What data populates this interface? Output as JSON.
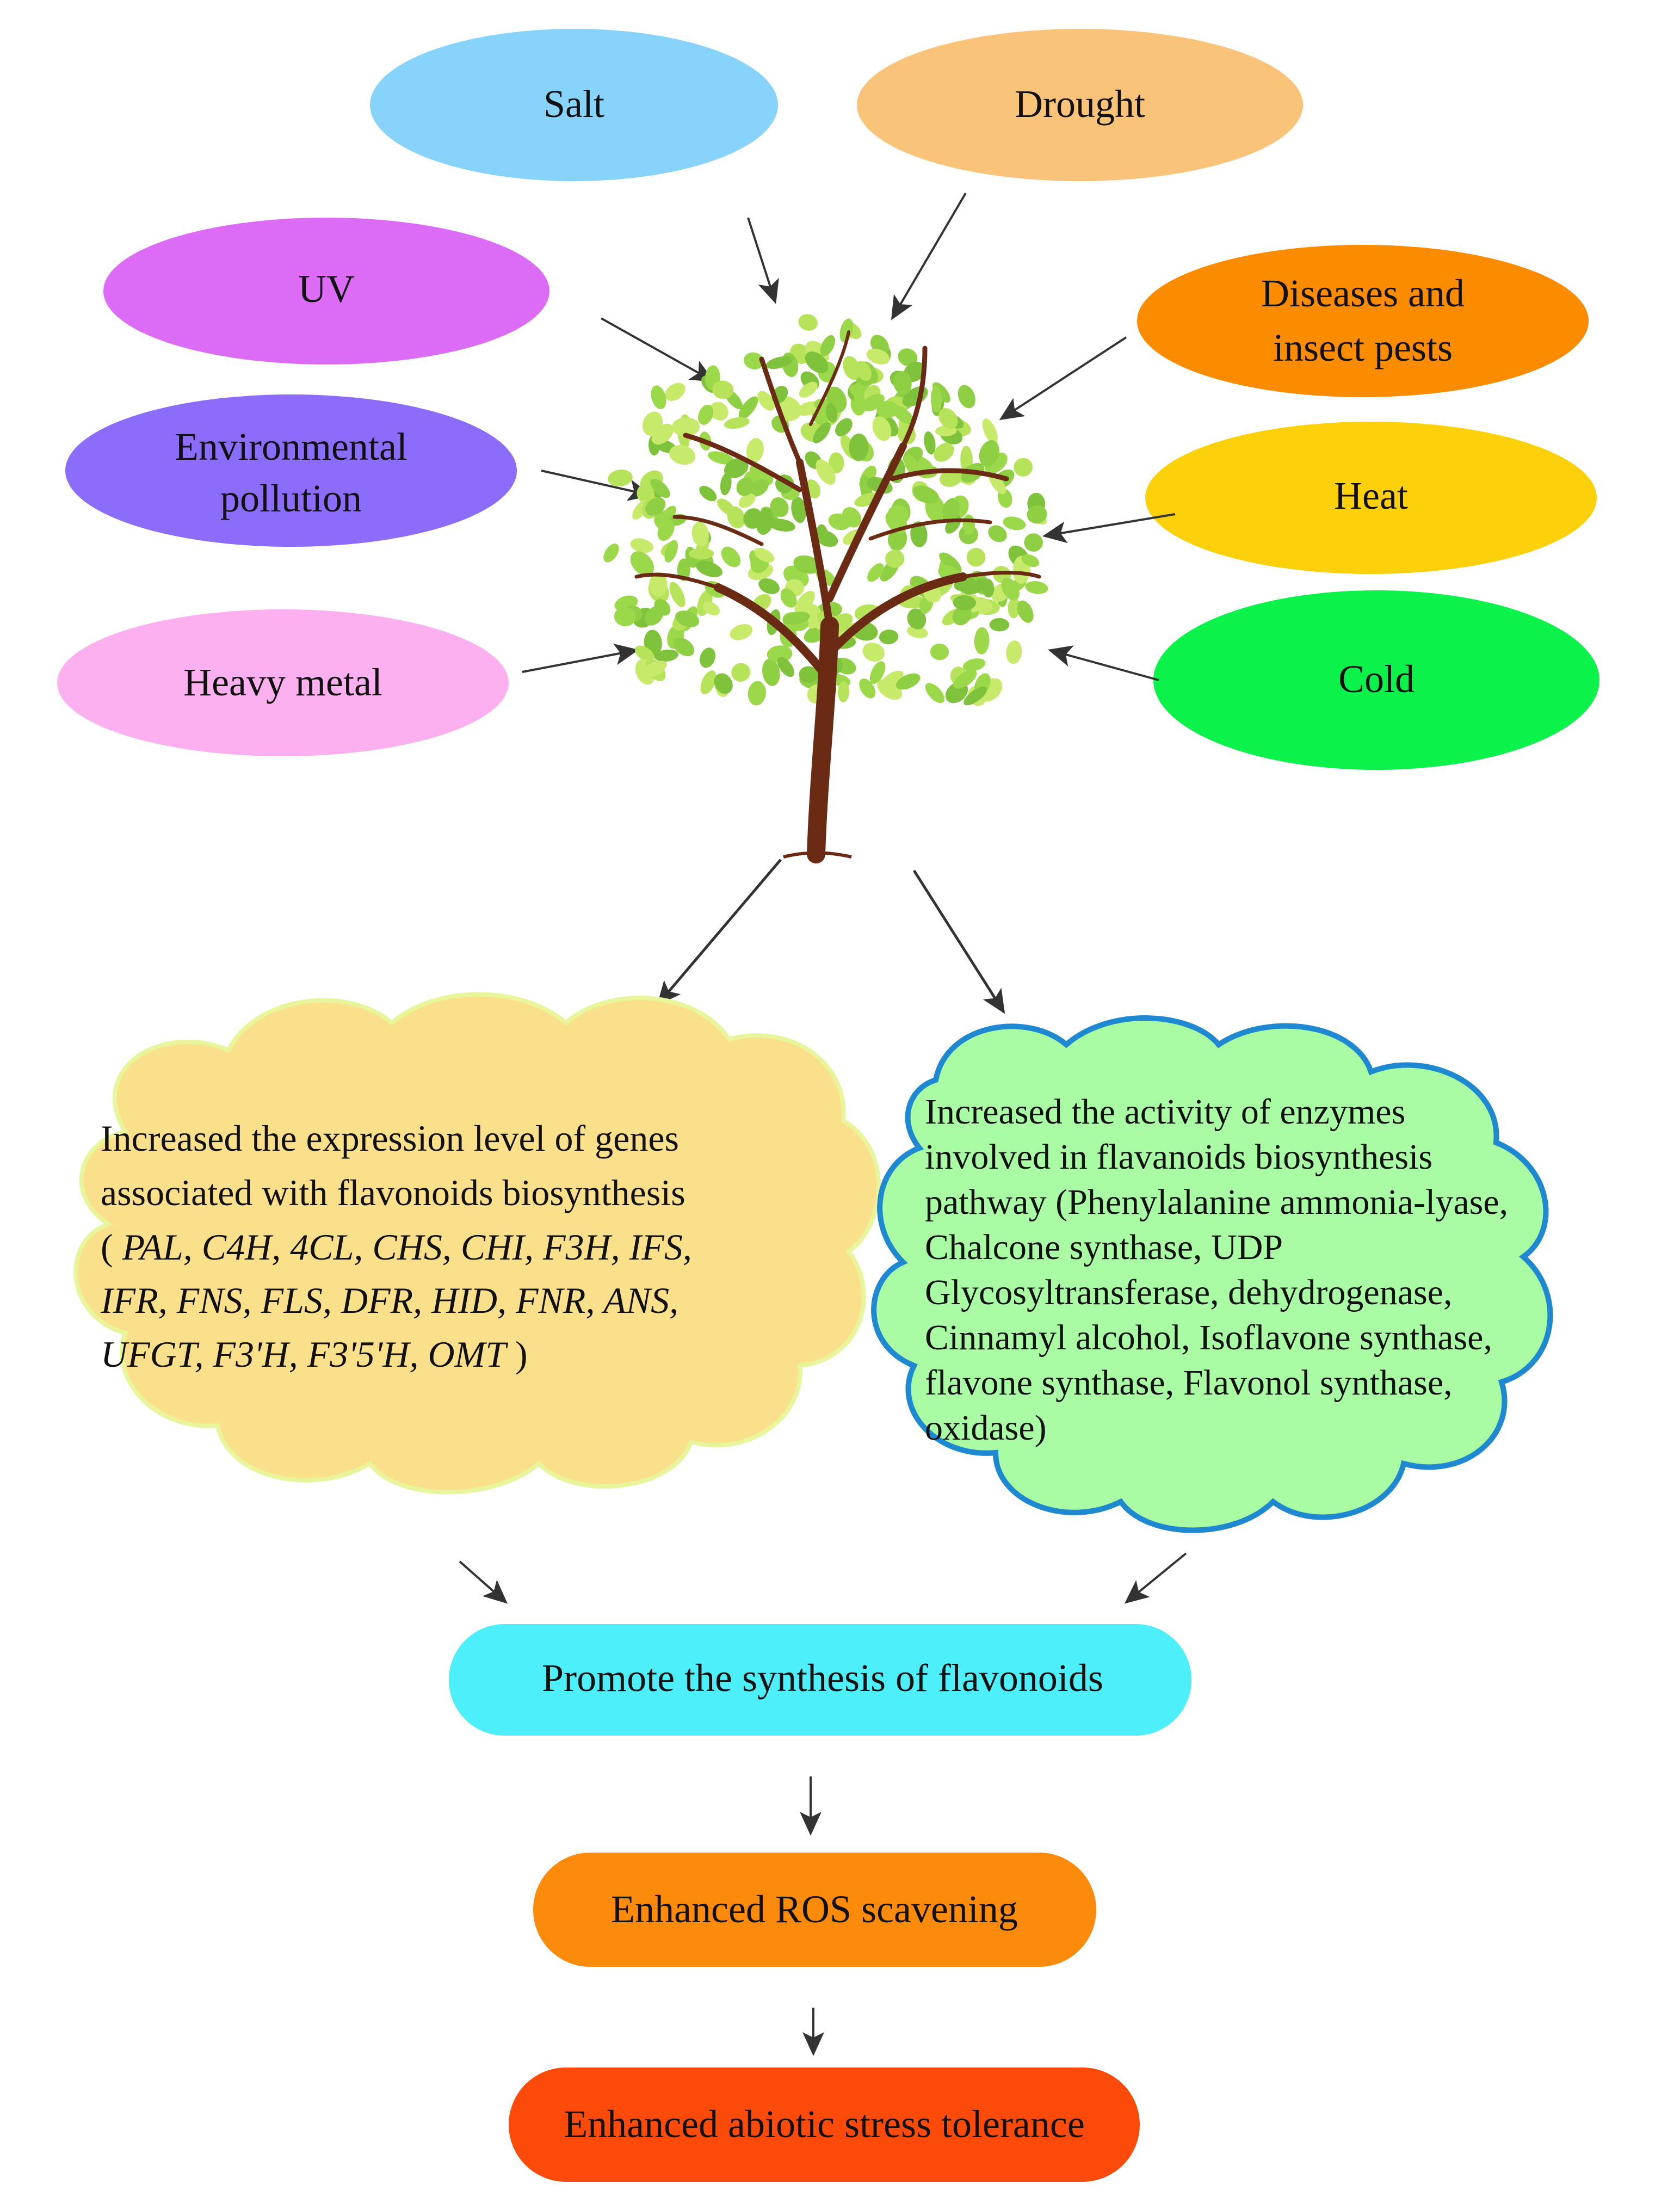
{
  "stressors": {
    "salt": "Salt",
    "drought": "Drought",
    "uv": "UV",
    "diseases_line1": "Diseases and",
    "diseases_line2": "insect pests",
    "env_line1": "Environmental",
    "env_line2": "pollution",
    "heat": "Heat",
    "heavy_metal": "Heavy metal",
    "cold": "Cold"
  },
  "genes_cloud": {
    "line1": "Increased the expression level of genes",
    "line2": "associated with flavonoids biosynthesis",
    "open_paren": "(",
    "line3": "PAL, C4H, 4CL, CHS, CHI, F3H, IFS,",
    "line4": "IFR, FNS, FLS, DFR, HID, FNR, ANS,",
    "line5": "UFGT, F3'H, F3'5'H, OMT",
    "close_paren": ")"
  },
  "enzymes_cloud": {
    "line1": "Increased the activity of enzymes",
    "line2": "involved in flavanoids biosynthesis",
    "line3": "pathway (Phenylalanine ammonia-lyase,",
    "line4": "Chalcone synthase, UDP",
    "line5": "Glycosyltransferase, dehydrogenase,",
    "line6": "Cinnamyl alcohol, Isoflavone synthase,",
    "line7": "flavone synthase, Flavonol synthase,",
    "line8": "oxidase)"
  },
  "outcomes": {
    "promote": "Promote the synthesis of flavonoids",
    "ros": "Enhanced ROS scavening",
    "tolerance": "Enhanced abiotic stress tolerance"
  },
  "colors": {
    "salt": "#87d3fb",
    "drought": "#fac37a",
    "uv": "#dc6cf6",
    "diseases": "#fb8c00",
    "environmental": "#8b6cfb",
    "heat": "#fcd00b",
    "heavy_metal": "#fcb0f0",
    "cold": "#0bf24a",
    "genes_cloud_fill": "#fbe08c",
    "genes_cloud_stroke": "#e9f59a",
    "enzymes_cloud_fill": "#aafca4",
    "enzymes_cloud_stroke": "#1e88d0",
    "promote": "#4deffb",
    "ros": "#fc8a0b",
    "tolerance": "#fc4a0b",
    "leaf": "#9bd84a",
    "trunk": "#6b2a14"
  }
}
